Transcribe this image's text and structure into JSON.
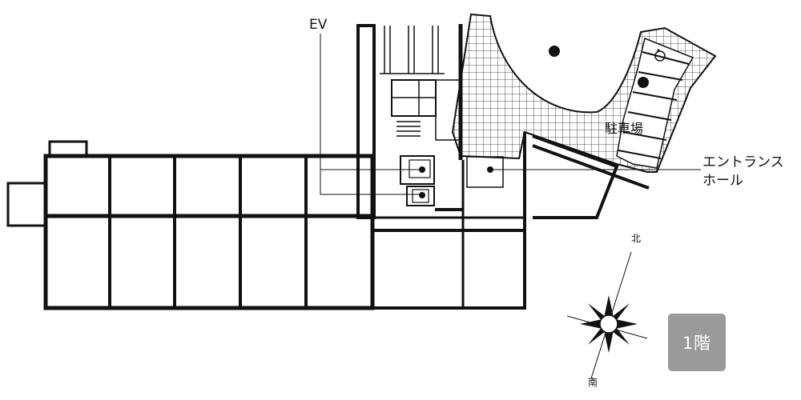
{
  "labels": {
    "ev": "EV",
    "parking": "駐車場",
    "entrance_line1": "エントランス",
    "entrance_line2": "ホール"
  },
  "compass": {
    "north": "北",
    "south": "南"
  },
  "floor_badge": "1階",
  "colors": {
    "wall": "#111111",
    "badge": "#9a9a9a",
    "badge_text": "#ffffff"
  },
  "icons": {
    "accessible_parking": "wheelchair-icon"
  }
}
